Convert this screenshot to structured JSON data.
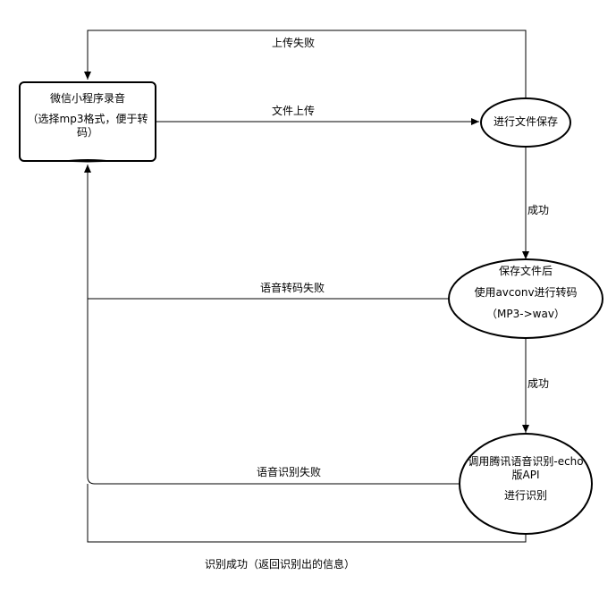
{
  "nodes": {
    "wechat_recorder": {
      "line1": "微信小程序录音",
      "line2": "（选择mp3格式，便于转",
      "line3": "码）"
    },
    "save_file": {
      "label": "进行文件保存"
    },
    "convert": {
      "line1": "保存文件后",
      "line2": "使用avconv进行转码",
      "line3": "（MP3->wav）"
    },
    "recognize": {
      "line1": "调用腾讯语音识别-echo",
      "line2": "版API",
      "line3": "进行识别"
    }
  },
  "edges": {
    "upload": "文件上传",
    "upload_failed": "上传失败",
    "success_1": "成功",
    "success_2": "成功",
    "transcode_failed": "语音转码失败",
    "recognize_failed": "语音识别失败",
    "recognize_success": "识别成功（返回识别出的信息）"
  },
  "colors": {
    "stroke": "#000000",
    "background": "#ffffff"
  }
}
